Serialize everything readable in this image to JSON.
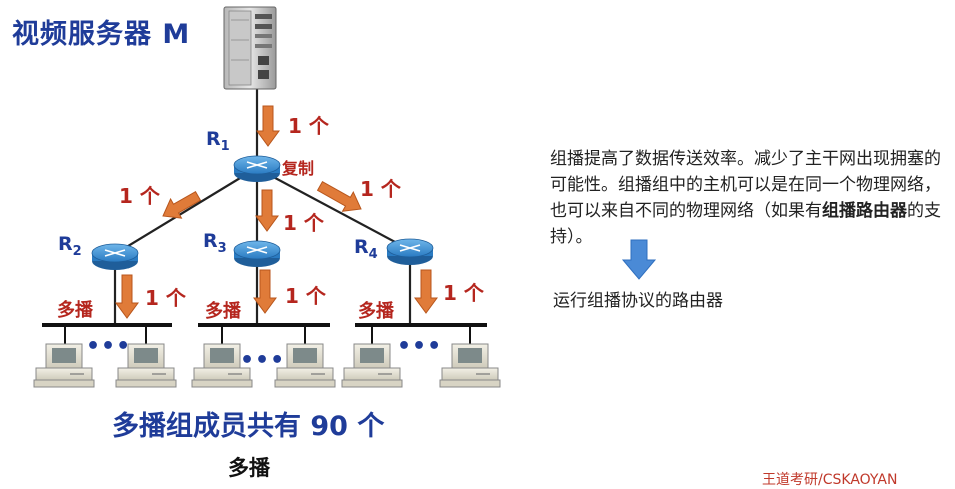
{
  "title": "视频服务器 M",
  "caption": "多播组成员共有 90 个",
  "subtitle": "多播",
  "copy_label": "复制",
  "flow_label": "1 个",
  "multicast_label": "多播",
  "ellipsis": "•••",
  "routers": [
    {
      "name": "R",
      "sub": "1"
    },
    {
      "name": "R",
      "sub": "2"
    },
    {
      "name": "R",
      "sub": "3"
    },
    {
      "name": "R",
      "sub": "4"
    }
  ],
  "side": {
    "text_before": "组播提高了数据传送效率。减少了主干网出现拥塞的可能性。组播组中的主机可以是在同一个物理网络，也可以来自不同的物理网络（如果有",
    "text_bold": "组播路由器",
    "text_after": "的支持）。",
    "arrow_caption": "运行组播协议的路由器"
  },
  "watermark": "王道考研/CSKAOYAN",
  "colors": {
    "blue": "#1f3c99",
    "red": "#b5261e",
    "orange_arrow": "#e07b39",
    "router": "#3a8fd0",
    "side_arrow": "#4a8ad6"
  }
}
